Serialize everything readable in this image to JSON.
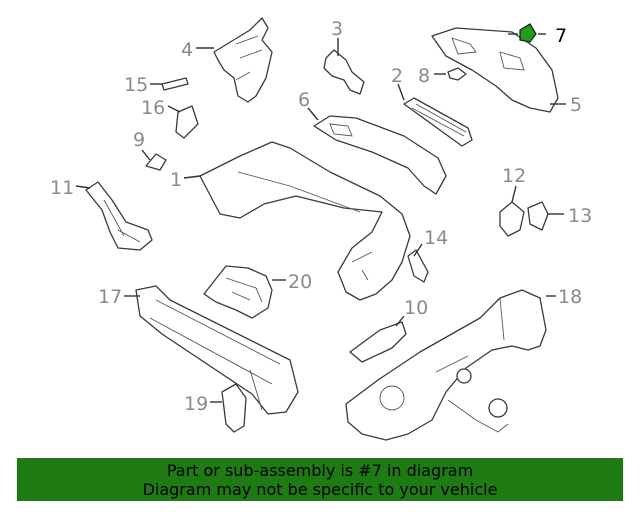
{
  "diagram": {
    "highlighted_part": "7",
    "highlight_color": "#1e9e1a",
    "callouts": [
      "1",
      "2",
      "3",
      "4",
      "5",
      "6",
      "7",
      "8",
      "9",
      "10",
      "11",
      "12",
      "13",
      "14",
      "15",
      "16",
      "17",
      "18",
      "19",
      "20"
    ]
  },
  "banner": {
    "line1": "Part or sub-assembly is #7 in diagram",
    "line2": "Diagram may not be specific to your vehicle",
    "color": "#1e7a12"
  }
}
